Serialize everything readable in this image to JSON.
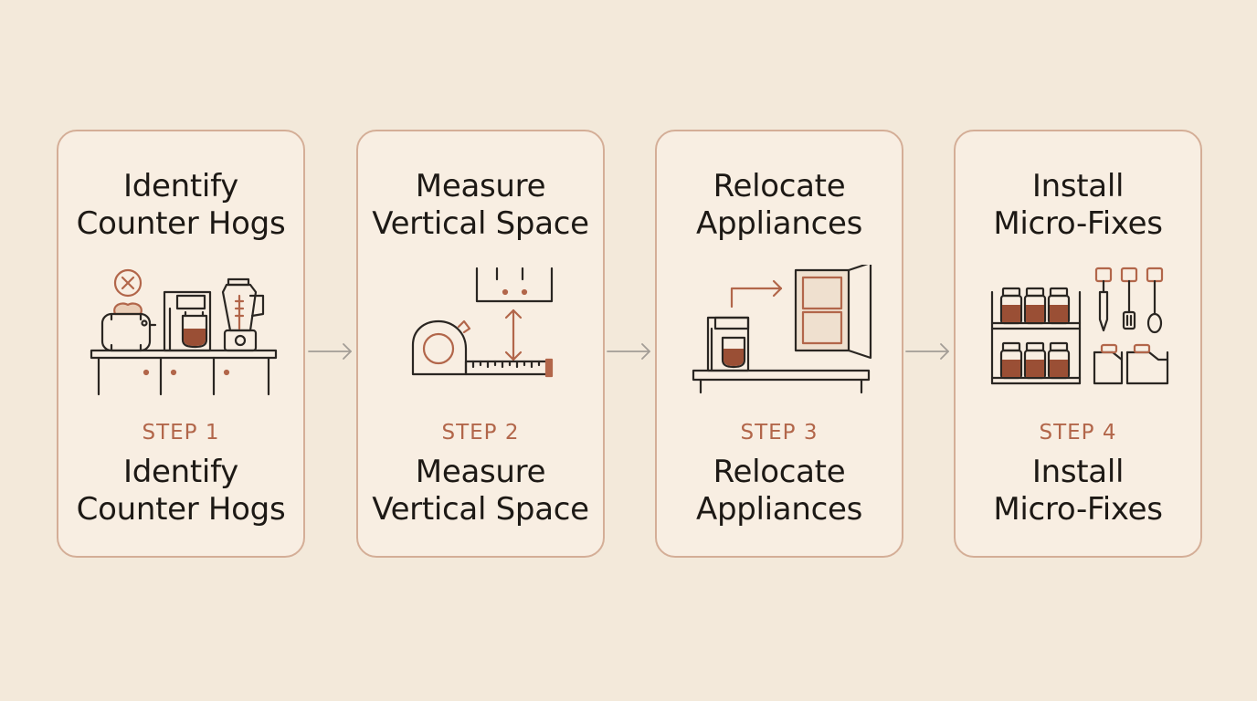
{
  "colors": {
    "background": "#f3e9da",
    "card_fill": "#f8eee2",
    "card_border": "#d4ae97",
    "accent": "#b2664a",
    "ink": "#2a2622",
    "arrow": "#a39d96"
  },
  "steps": [
    {
      "title_line1": "Identify",
      "title_line2": "Counter Hogs",
      "step_label": "STEP 1",
      "sub_line1": "Identify",
      "sub_line2": "Counter Hogs",
      "icon": "counter-appliances-icon"
    },
    {
      "title_line1": "Measure",
      "title_line2": "Vertical Space",
      "step_label": "STEP 2",
      "sub_line1": "Measure",
      "sub_line2": "Vertical Space",
      "icon": "tape-measure-icon"
    },
    {
      "title_line1": "Relocate",
      "title_line2": "Appliances",
      "step_label": "STEP 3",
      "sub_line1": "Relocate",
      "sub_line2": "Appliances",
      "icon": "relocate-to-cabinet-icon"
    },
    {
      "title_line1": "Install",
      "title_line2": "Micro-Fixes",
      "step_label": "STEP 4",
      "sub_line1": "Install",
      "sub_line2": "Micro-Fixes",
      "icon": "spice-rack-hooks-icon"
    }
  ]
}
